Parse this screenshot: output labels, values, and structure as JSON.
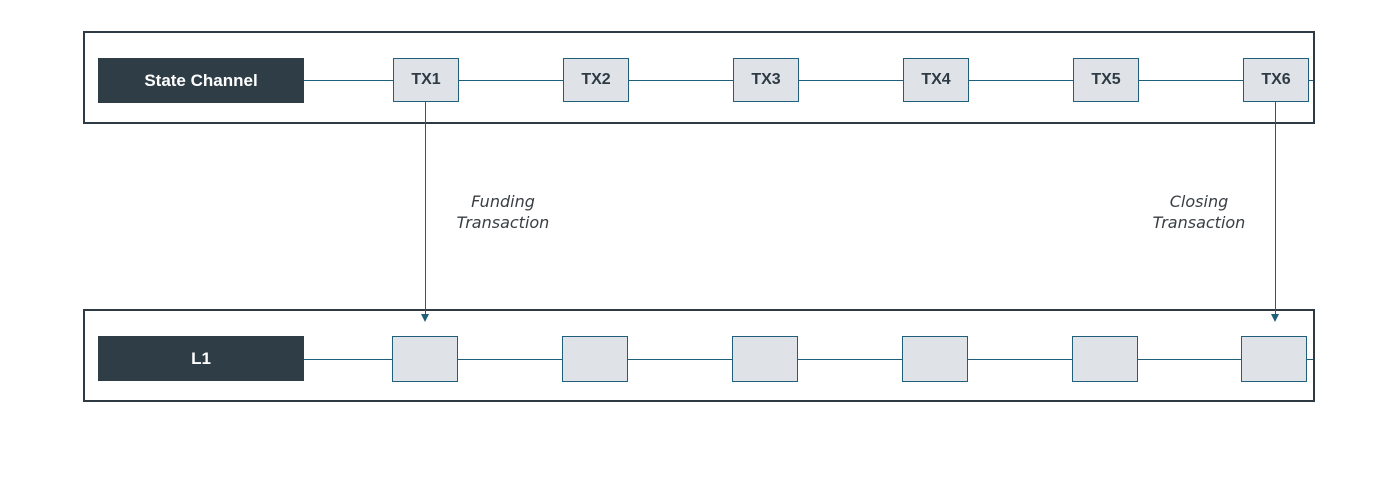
{
  "state_channel": {
    "label": "State Channel",
    "transactions": [
      "TX1",
      "TX2",
      "TX3",
      "TX4",
      "TX5",
      "TX6"
    ]
  },
  "l1": {
    "label": "L1",
    "block_count": 6
  },
  "arrows": {
    "funding": [
      "Funding",
      "Transaction"
    ],
    "closing": [
      "Closing",
      "Transaction"
    ]
  },
  "colors": {
    "lane_label_bg": "#2f3d47",
    "block_fill": "#dfe3e7",
    "connector": "#1f5f7a",
    "lane_border": "#2e3a44"
  }
}
